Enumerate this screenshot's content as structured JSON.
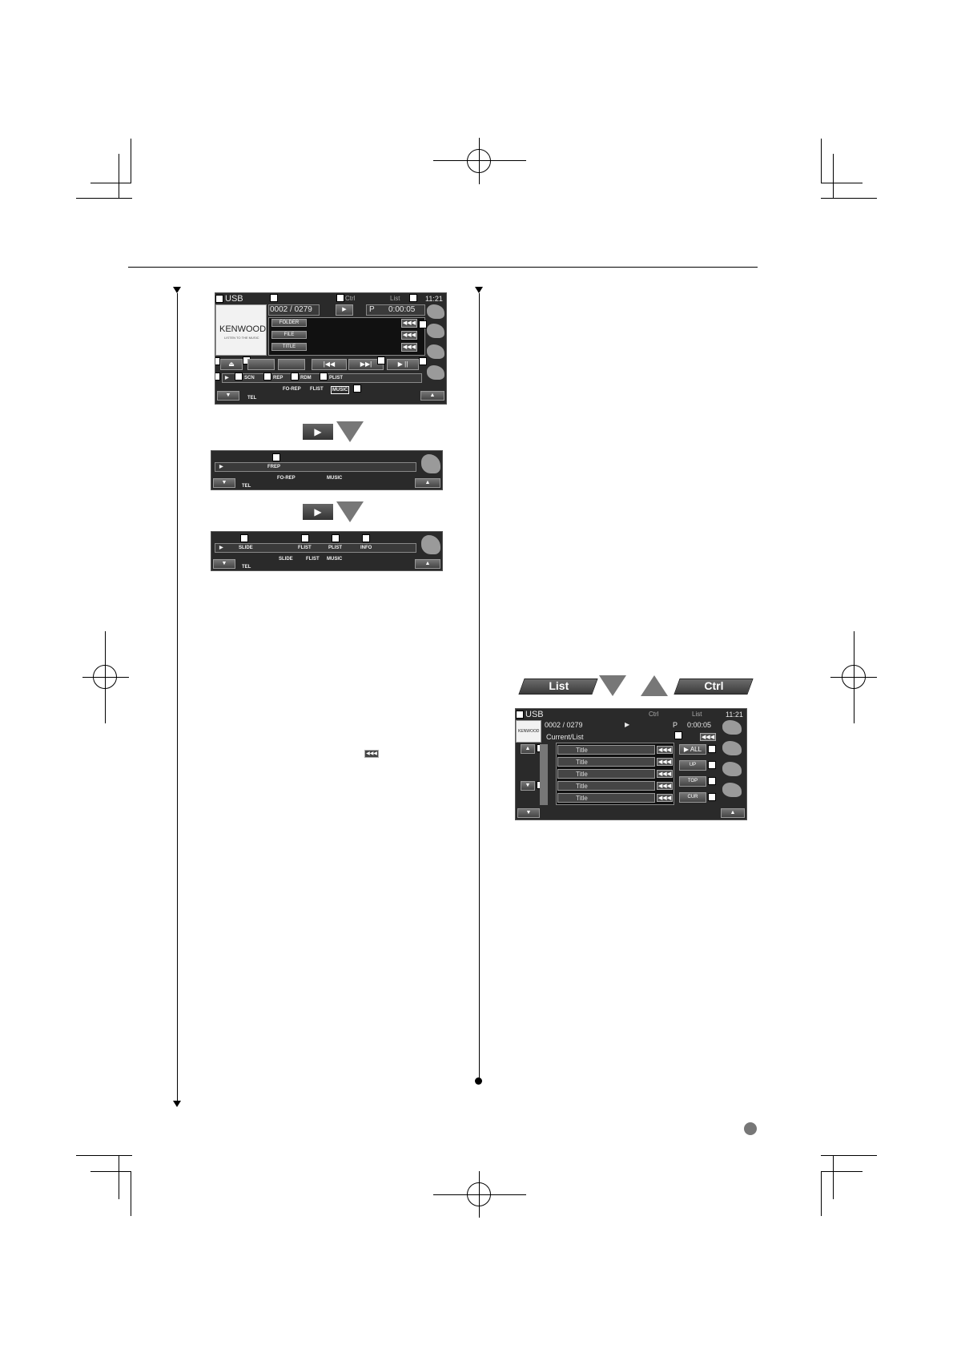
{
  "page_number": "",
  "screens": {
    "control": {
      "source_label": "USB",
      "track_counter": "0002 / 0279",
      "tab_ctrl": "Ctrl",
      "tab_list": "List",
      "play_indicator": "P",
      "play_time": "0:00:05",
      "clock": "11:21",
      "logo": "KENWOOD",
      "logo_sub": "LISTEN TO THE MUSIC",
      "info_labels": [
        "FOLDER",
        "FILE",
        "TITLE"
      ],
      "row1_labels": {
        "scn": "SCN",
        "rep": "REP",
        "rdm": "RDM",
        "plist": "PLIST"
      },
      "row2_labels": {
        "fo_rep": "FO-REP",
        "flist": "FLIST",
        "music": "MUSIC"
      },
      "tel": "TEL"
    },
    "function2": {
      "frep": "FREP",
      "fo_rep": "FO-REP",
      "music": "MUSIC",
      "tel": "TEL"
    },
    "function3": {
      "slide": "SLIDE",
      "flist": "FLIST",
      "plist": "PLIST",
      "info": "INFO",
      "slide2": "SLIDE",
      "flist2": "FLIST",
      "music2": "MUSIC",
      "tel": "TEL"
    },
    "list_screen": {
      "tab_list": "List",
      "tab_ctrl": "Ctrl",
      "source_label": "USB",
      "track_counter": "0002 / 0279",
      "play_indicator": "P",
      "play_time": "0:00:05",
      "clock": "11:21",
      "tab_ctrl_small": "Ctrl",
      "tab_list_small": "List",
      "current_list": "Current/List",
      "rows": [
        "Title",
        "Title",
        "Title",
        "Title",
        "Title"
      ],
      "btn_all": "ALL",
      "btn_up": "UP",
      "btn_top": "TOP",
      "btn_cur": "CUR",
      "logo": "KENWOOD"
    }
  },
  "colors": {
    "screen_bg": "#2a2a2a",
    "callout_box": "#ffffff"
  }
}
